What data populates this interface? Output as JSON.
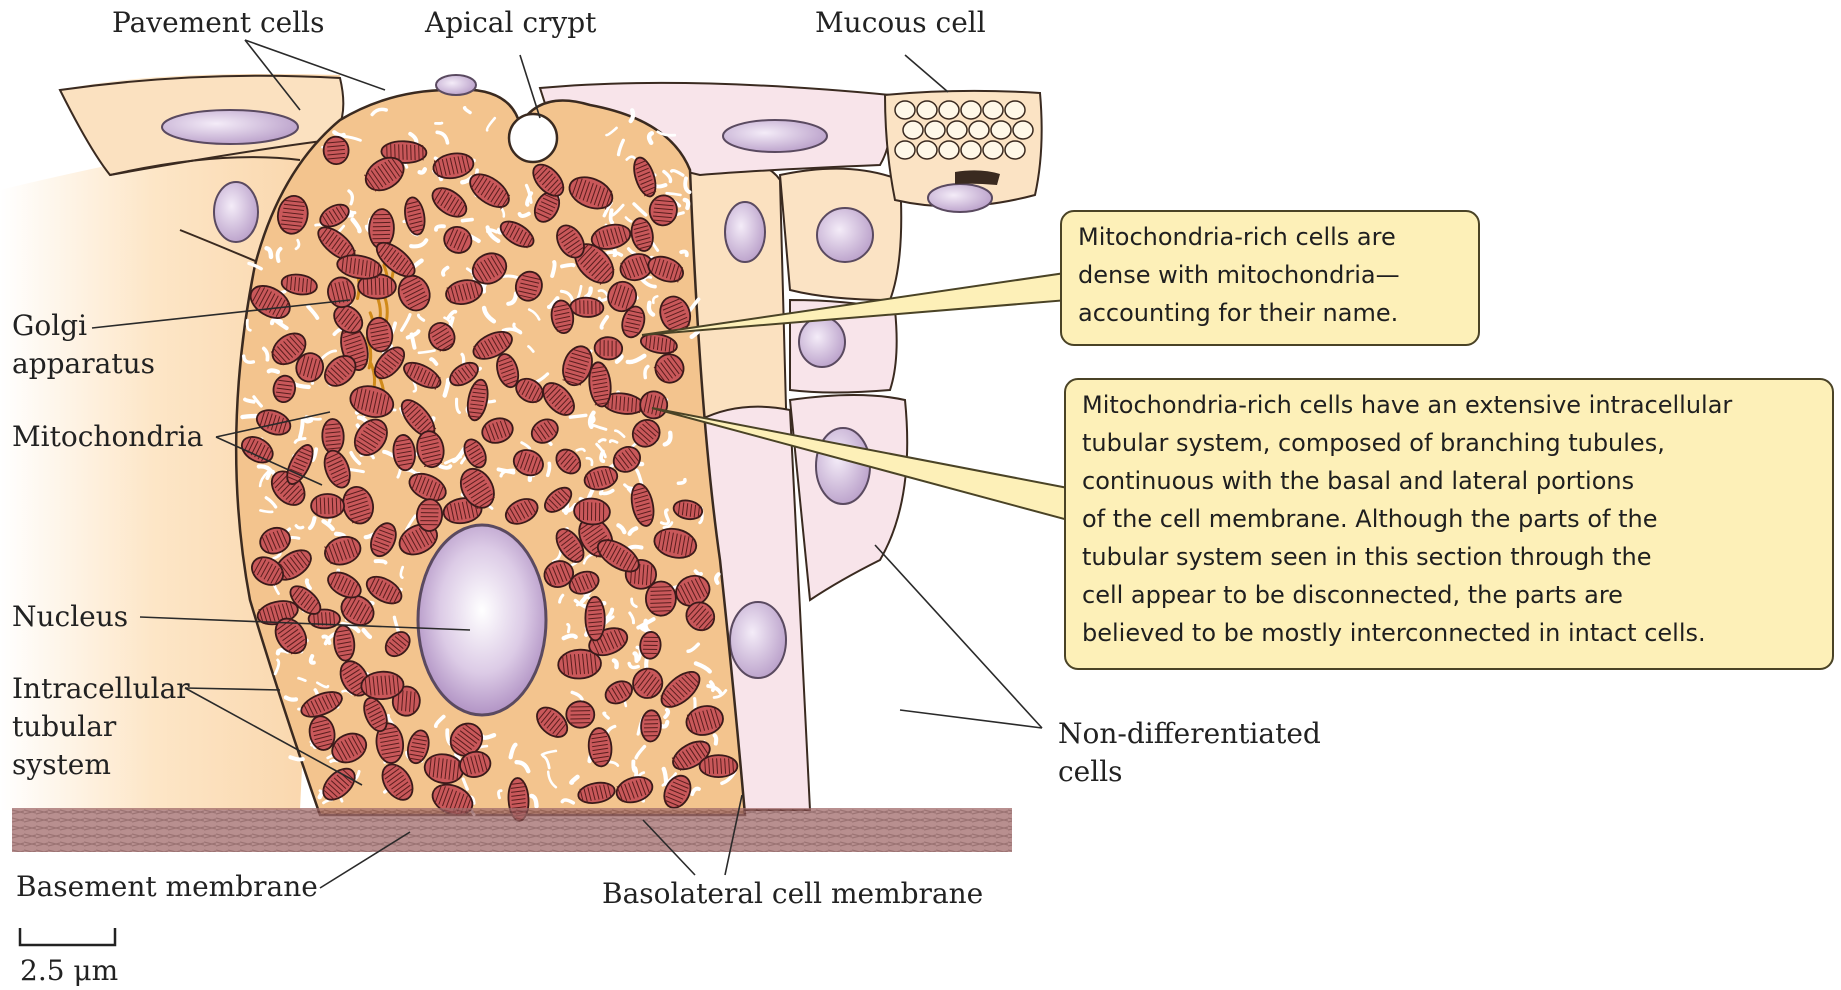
{
  "labels": {
    "pavement_cells": "Pavement cells",
    "apical_crypt": "Apical crypt",
    "mucous_cell": "Mucous cell",
    "golgi": [
      "Golgi",
      "apparatus"
    ],
    "mitochondria": "Mitochondria",
    "nucleus": "Nucleus",
    "intracellular_tubular": [
      "Intracellular",
      "tubular",
      "system"
    ],
    "basement_membrane": "Basement membrane",
    "basolateral_membrane": "Basolateral cell membrane",
    "non_differentiated": [
      "Non-differentiated",
      "cells"
    ],
    "scale_bar": "2.5 μm"
  },
  "callouts": {
    "name_note": [
      "Mitochondria-rich cells are",
      "dense with mitochondria—",
      "accounting for their name."
    ],
    "tubular_note": [
      "Mitochondria-rich cells have an extensive intracellular",
      "tubular system, composed of branching tubules,",
      "continuous with the basal and lateral portions",
      "of the cell membrane. Although the parts of the",
      "tubular system seen in this section through the",
      "cell appear to be disconnected, the parts are",
      "believed to be mostly interconnected in intact cells."
    ]
  },
  "colors": {
    "mito_cell": "#f3c48e",
    "mitochondrion": "#c9585a",
    "nucleus": "#c9b2d6",
    "side_cells": "#fbe3c4",
    "pale_cells": "#f8e4ea",
    "basement": "#9a5a5a",
    "callout_fill": "#fdf0b8"
  }
}
